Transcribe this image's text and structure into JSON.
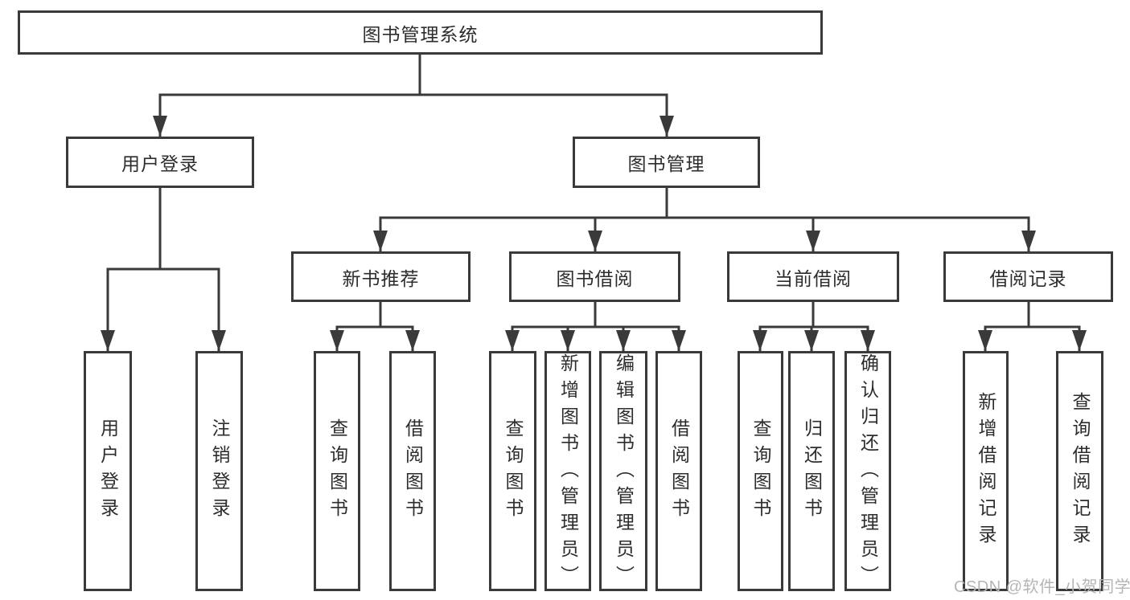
{
  "diagram": {
    "title_node": "图书管理系统",
    "level2": [
      "用户登录",
      "图书管理"
    ],
    "level3": [
      "新书推荐",
      "图书借阅",
      "当前借阅",
      "借阅记录"
    ],
    "leaves": [
      "用户登录",
      "注销登录",
      "查询图书",
      "借阅图书",
      "查询图书",
      "新增图书（管理员）",
      "编辑图书（管理员）",
      "借阅图书",
      "查询图书",
      "归还图书",
      "确认归还（管理员）",
      "新增借阅记录",
      "查询借阅记录"
    ],
    "watermark": "CSDN @软件_小贺同学",
    "colors": {
      "line": "#3a3a3a",
      "text": "#2d2d2d",
      "background": "#ffffff",
      "watermark": "#b5b5b5"
    }
  }
}
